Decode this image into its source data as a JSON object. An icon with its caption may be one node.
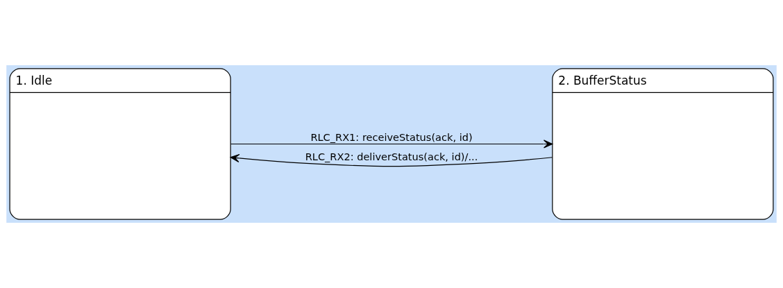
{
  "diagram": {
    "nodes": [
      {
        "text": [
          "1. Idle"
        ]
      },
      {
        "text": [
          "2. BufferStatus"
        ]
      }
    ],
    "edges": [
      {
        "from": 0,
        "to": 1,
        "arrow": "to",
        "label": "RLC_RX1: receiveStatus(ack, id)"
      },
      {
        "from": 1,
        "to": 0,
        "arrow": "to",
        "label": "RLC_RX2: deliverStatus(ack, id)/..."
      }
    ]
  }
}
